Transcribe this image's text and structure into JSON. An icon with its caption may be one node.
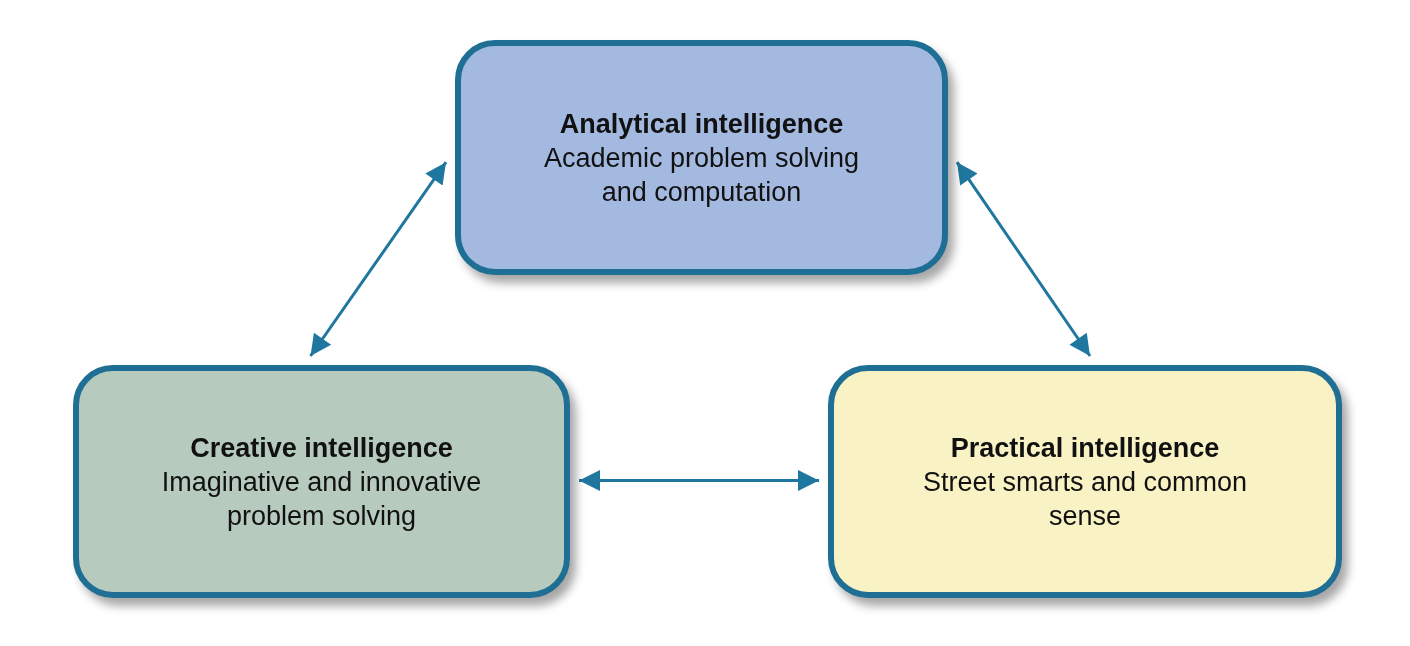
{
  "diagram": {
    "nodes": [
      {
        "text": [
          "Analytical intelligence",
          "Academic problem solving and computation"
        ]
      },
      {
        "text": [
          "Creative intelligence",
          "Imaginative and innovative problem solving"
        ]
      },
      {
        "text": [
          "Practical intelligence",
          "Street smarts and common sense"
        ]
      }
    ],
    "edges": [
      {
        "from": 0,
        "to": 1,
        "arrow": "both"
      },
      {
        "from": 0,
        "to": 2,
        "arrow": "both"
      },
      {
        "from": 1,
        "to": 2,
        "arrow": "both"
      }
    ]
  }
}
